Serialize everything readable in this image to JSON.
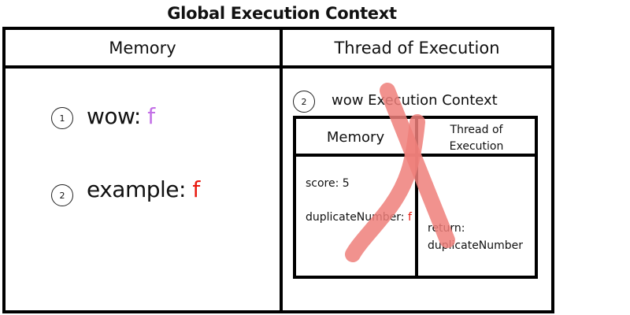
{
  "title": "Global Execution Context",
  "global": {
    "memory_header": "Memory",
    "thread_header": "Thread of Execution",
    "memory_entries": [
      {
        "step": "1",
        "name": "wow:",
        "value": "f",
        "value_color": "#c370e6"
      },
      {
        "step": "2",
        "name": "example:",
        "value": "f",
        "value_color": "#e8190f"
      }
    ]
  },
  "local": {
    "step": "2",
    "title": "wow Execution Context",
    "memory_header": "Memory",
    "thread_header_line1": "Thread of",
    "thread_header_line2": "Execution",
    "memory_entries": [
      {
        "text": "score: 5"
      },
      {
        "text": "duplicateNumber: ",
        "value": "f",
        "value_color": "#e8190f"
      }
    ],
    "thread_line1": "return:",
    "thread_line2": "duplicateNumber"
  },
  "annotation": {
    "cross_color": "#ef7f7a"
  }
}
